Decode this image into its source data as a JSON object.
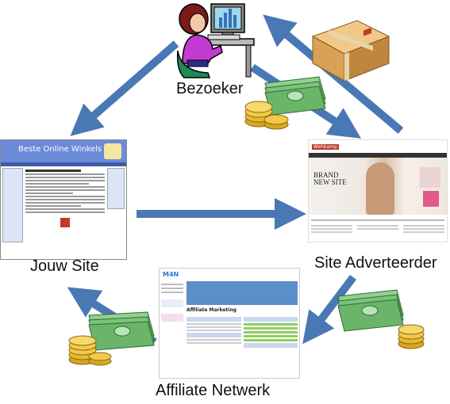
{
  "nodes": {
    "visitor": {
      "label": "Bezoeker"
    },
    "your_site": {
      "label": "Jouw Site",
      "screenshot_title": "Beste Online Winkels"
    },
    "advertiser": {
      "label": "Site Adverteerder",
      "screenshot_logo": "Wehkamp",
      "hero_text": "BRAND NEW SITE"
    },
    "network": {
      "label": "Affiliate Netwerk",
      "screenshot_logo": "M4N",
      "heading": "Affiliate Marketing"
    }
  },
  "icons": [
    "person-at-computer-icon",
    "package-icon",
    "money-stack-icon",
    "coins-icon"
  ],
  "colors": {
    "arrow": "#4a78b5",
    "money": "#5aa05a",
    "coin": "#d9a520",
    "box": "#d9a45a"
  }
}
